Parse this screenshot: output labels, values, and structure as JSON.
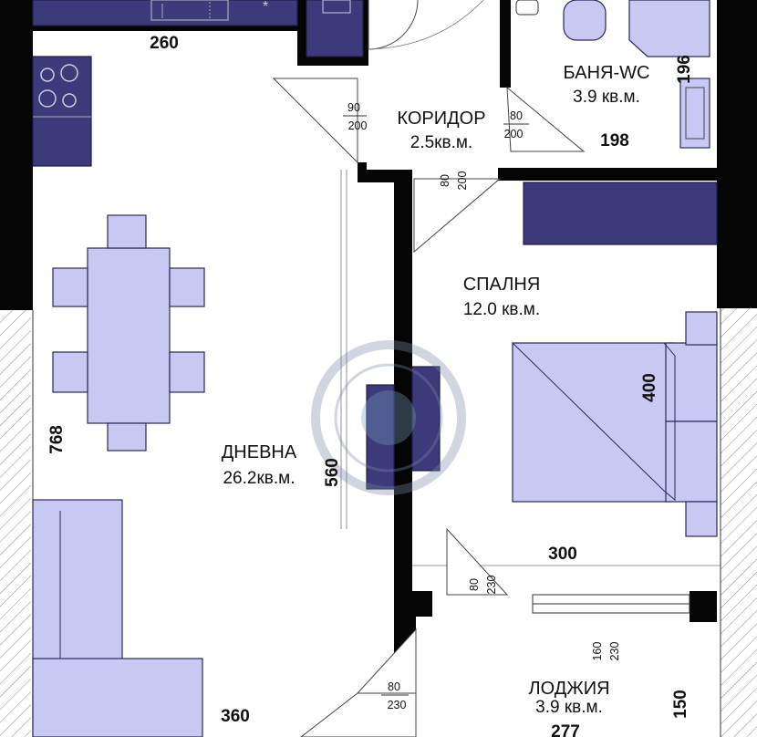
{
  "rooms": {
    "corridor": {
      "name": "КОРИДОР",
      "area": "2.5кв.м."
    },
    "bath": {
      "name": "БАНЯ-WC",
      "area": "3.9 кв.м."
    },
    "bedroom": {
      "name": "СПАЛНЯ",
      "area": "12.0 кв.м."
    },
    "living": {
      "name": "ДНЕВНА",
      "area": "26.2кв.м."
    },
    "loggia": {
      "name": "ЛОДЖИЯ",
      "area": "3.9 кв.м."
    }
  },
  "dimensions": {
    "kitchen_width": "260",
    "bath_height": "196",
    "bath_width": "198",
    "bedroom_height": "400",
    "living_height": "768",
    "corridor_depth": "560",
    "bedroom_width": "300",
    "living_bottom_width": "360",
    "loggia_height": "150",
    "loggia_width": "277"
  },
  "door_sizes": {
    "corridor_left": {
      "top": "90",
      "bottom": "200"
    },
    "corridor_right": {
      "top": "80",
      "bottom": "200"
    },
    "bedroom_entry": {
      "a": "80",
      "b": "200"
    },
    "loggia_door": {
      "a": "80",
      "b": "230"
    },
    "loggia_window": {
      "a": "160",
      "b": "230"
    },
    "living_door": {
      "top": "80",
      "bottom": "230"
    }
  },
  "colors": {
    "wall": "#050505",
    "furniture_light": "#c9c8f2",
    "furniture_dark": "#3c3a7a"
  }
}
